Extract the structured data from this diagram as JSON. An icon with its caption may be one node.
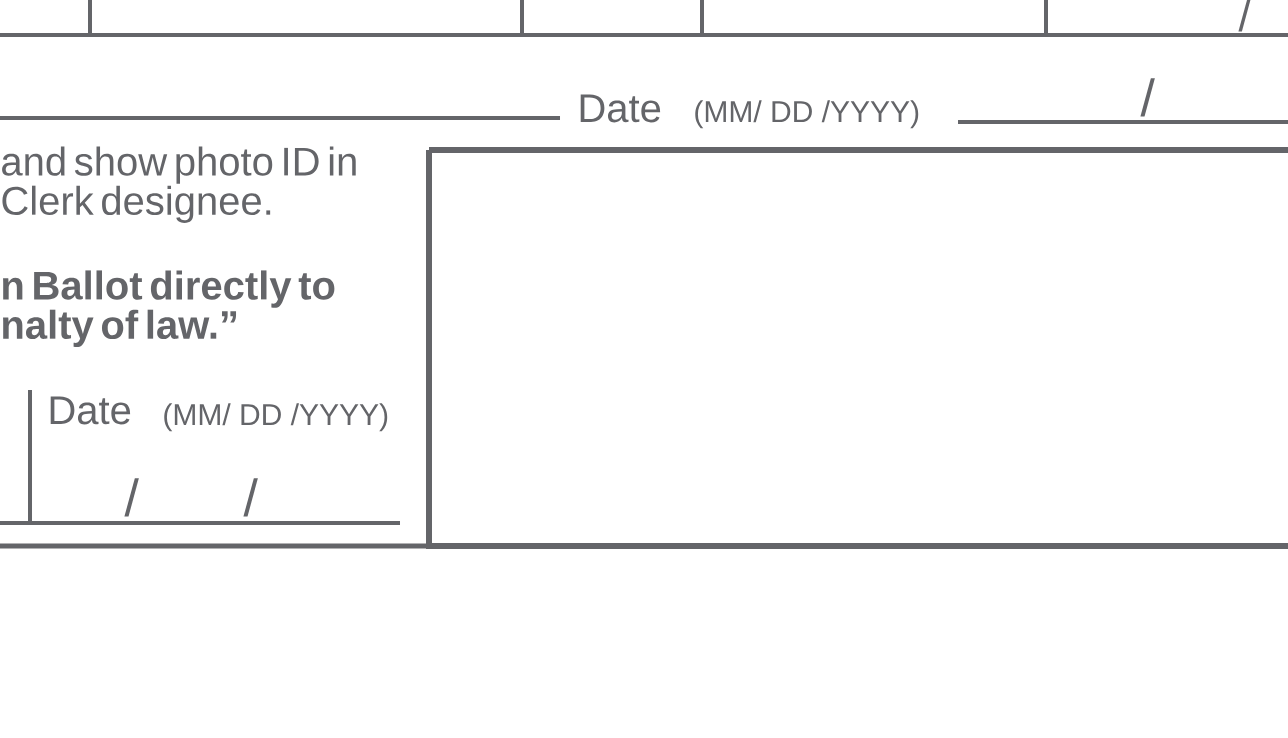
{
  "diagram": {
    "labels": [
      "/",
      "Date",
      "(MM/ DD /YYYY)",
      "/",
      "and show photo ID in Clerk designee.",
      "n Ballot directly to nalty of law.”",
      "Date",
      "(MM/ DD /YYYY)",
      "/",
      "/"
    ]
  }
}
